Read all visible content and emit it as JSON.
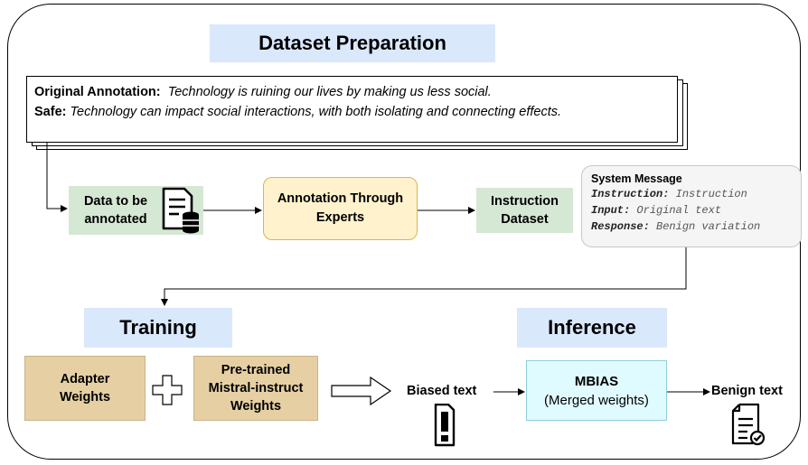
{
  "sections": {
    "dataset_preparation": "Dataset Preparation",
    "training": "Training",
    "inference": "Inference"
  },
  "annotation": {
    "original_label": "Original Annotation:",
    "original_text": "Technology is ruining our lives by making us less social.",
    "safe_label": "Safe:",
    "safe_text": "Technology can impact social interactions, with both isolating and connecting effects."
  },
  "pipeline": {
    "data_to_annotate": "Data to be annotated",
    "annotation_experts": "Annotation Through Experts",
    "instruction_dataset": "Instruction Dataset"
  },
  "system_message": {
    "title": "System Message",
    "instruction_key": "Instruction:",
    "instruction_value": "Instruction",
    "input_key": "Input:",
    "input_value": "Original text",
    "response_key": "Response:",
    "response_value": "Benign variation"
  },
  "training": {
    "adapter": "Adapter Weights",
    "pretrained": "Pre-trained Mistral-instruct Weights"
  },
  "inference": {
    "biased": "Biased text",
    "model_name": "MBIAS",
    "model_sub": "(Merged weights)",
    "benign": "Benign text"
  },
  "icons": [
    "document-database-icon",
    "plus-icon",
    "hollow-arrow-icon",
    "exclamation-document-icon",
    "checked-document-icon"
  ],
  "colors": {
    "section_title": "#dae8fc",
    "green": "#d5e8d4",
    "yellow": "#fff2cc",
    "tan": "#e6d0a3",
    "cyan": "#e0fbff",
    "system_bg": "#f5f5f5"
  }
}
